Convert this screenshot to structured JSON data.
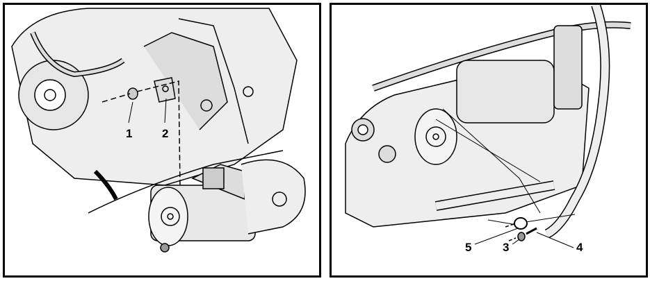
{
  "left_panel": {
    "callouts": [
      "1",
      "2"
    ]
  },
  "right_panel": {
    "callouts": [
      "5",
      "3",
      "4"
    ]
  }
}
